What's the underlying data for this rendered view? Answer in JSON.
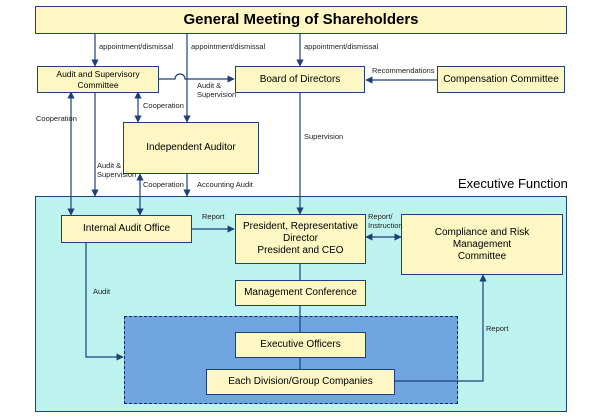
{
  "colors": {
    "box_fill": "#fdf7c3",
    "box_border": "#1f3f7a",
    "executive_region": "#bdf3ef",
    "officers_region": "#6fa6df",
    "connector": "#1f3f7a"
  },
  "nodes": {
    "gms": "General Meeting of Shareholders",
    "asc": "Audit and Supervisory Committee",
    "board": "Board of Directors",
    "compensation": "Compensation Committee",
    "auditor": "Independent Auditor",
    "internal_audit": "Internal Audit Office",
    "president_l1": "President, Representative",
    "president_l2": "Director",
    "president_l3": "President and CEO",
    "compliance_l1": "Compliance and Risk Management",
    "compliance_l2": "Committee",
    "mgmt_conf": "Management Conference",
    "exec_officers": "Executive Officers",
    "divisions": "Each Division/Group Companies"
  },
  "region_title": "Executive Function",
  "edge_labels": {
    "appointment1": "appointment/dismissal",
    "appointment2": "appointment/dismissal",
    "appointment3": "appointment/dismissal",
    "recommendations": "Recommendations",
    "audit_supervision1_l1": "Audit &",
    "audit_supervision1_l2": "Supervision",
    "cooperation1": "Cooperation",
    "cooperation2": "Cooperation",
    "cooperation3": "Cooperation",
    "supervision": "Supervision",
    "audit_supervision2_l1": "Audit &",
    "audit_supervision2_l2": "Supervision",
    "accounting_audit": "Accounting Audit",
    "report1": "Report",
    "report_instruction_l1": "Report/",
    "report_instruction_l2": "Instruction",
    "audit": "Audit",
    "report2": "Report"
  }
}
